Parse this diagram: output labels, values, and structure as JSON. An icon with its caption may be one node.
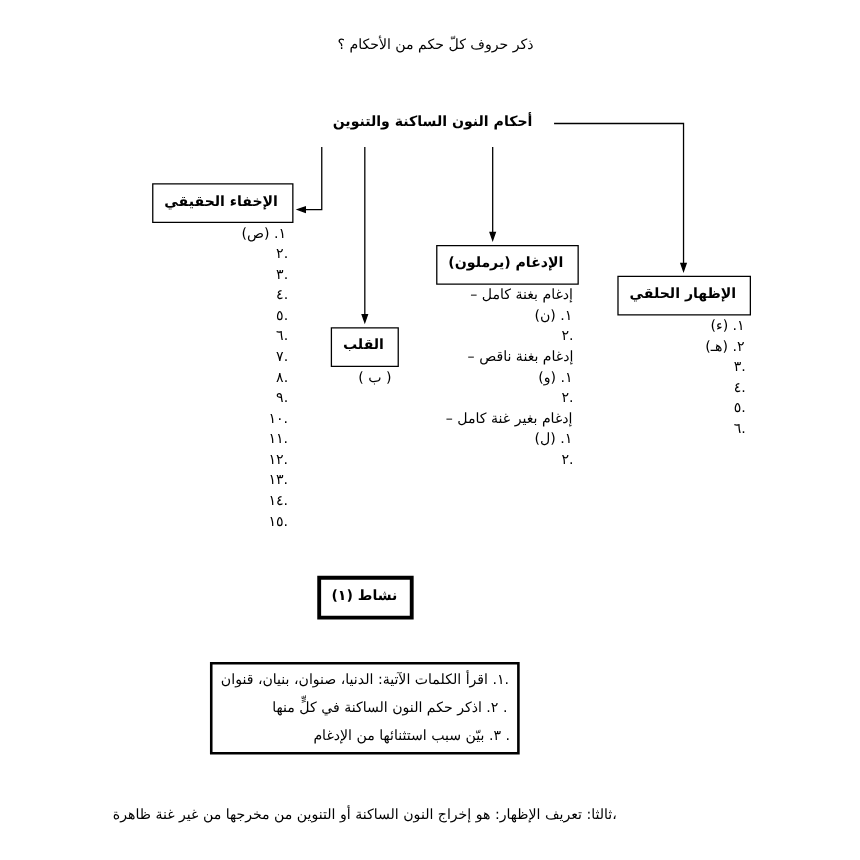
{
  "diagram": {
    "nodes": [
      {
        "text": [
          "أحكام النون الساكنة والتنوين"
        ]
      },
      {
        "text": [
          "الإظهار الحلقي"
        ],
        "beside": [
          "١. (ء)",
          "٢. (هـ)",
          "٣.",
          "٤.",
          "٥.",
          "٦."
        ]
      },
      {
        "text": [
          "الإدغام (يرملون)"
        ],
        "beside": [
          "– إدغام بغنة كامل",
          "١. (ن)",
          "٢.",
          "– إدغام بغنة ناقص",
          "١. (و)",
          "٢.",
          "– إدغام بغير غنة كامل",
          "١. (ل)",
          "٢."
        ]
      },
      {
        "text": [
          "القلب"
        ],
        "beside": [
          "( ب )"
        ]
      },
      {
        "text": [
          "الإخفاء الحقيقي"
        ],
        "beside": [
          "١. (ص)",
          "٢.",
          "٣.",
          "٤.",
          "٥.",
          "٦.",
          "٧.",
          "٨.",
          "٩.",
          "١٠.",
          "١١.",
          "١٢.",
          "١٣.",
          "١٤.",
          "١٥."
        ]
      },
      {
        "text": [
          "نشاط (١)"
        ]
      },
      {
        "text": [
          "١. اقرأ الكلمات الآتية: الدنيا، صنوان، بنيان، قنوان.",
          "٢. اذكر حكم النون الساكنة في كلٍّ منها .",
          "٣. بيّن سبب استثنائها من الإدغام ."
        ]
      }
    ],
    "edges": [
      {
        "from": 0,
        "to": 1,
        "arrow": "to"
      },
      {
        "from": 0,
        "to": 2,
        "arrow": "to"
      },
      {
        "from": 0,
        "to": 3,
        "arrow": "to"
      },
      {
        "from": 0,
        "to": 4,
        "arrow": "to"
      }
    ],
    "labels": [
      "ذكر حروف كلّ حكم من الأحكام ؟",
      "ثالثا: تعريف الإظهار: هو إخراج النون الساكنة أو التنوين من مخرجها من غير غنة ظاهرة،"
    ]
  }
}
